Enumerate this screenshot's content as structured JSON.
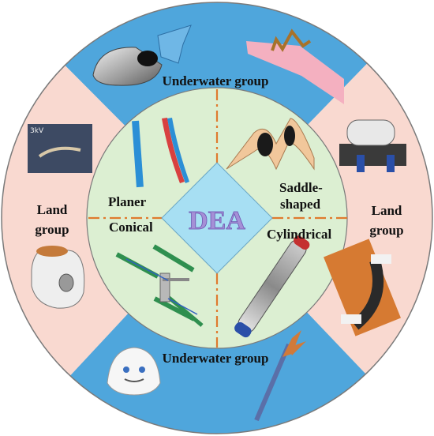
{
  "center": {
    "label": "DEA"
  },
  "inner_quadrants": {
    "top_left": "Planer",
    "bottom_left": "Conical",
    "top_right_line1": "Saddle-",
    "top_right_line2": "shaped",
    "bottom_right": "Cylindrical"
  },
  "outer_groups": {
    "top": "Underwater group",
    "bottom": "Underwater group",
    "left_line1": "Land",
    "left_line2": "group",
    "right_line1": "Land",
    "right_line2": "group"
  },
  "photo_caption": "3kV",
  "colors": {
    "underwater": "#4fa6dc",
    "land": "#f9d9d0",
    "inner": "#dcefd2",
    "center": "#a7dff3",
    "divider": "#e07a2e",
    "dea_text": "#a58fd6"
  }
}
